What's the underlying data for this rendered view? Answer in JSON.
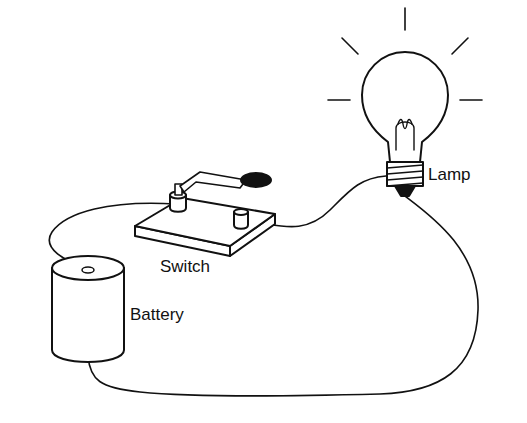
{
  "diagram": {
    "labels": [
      "Lamp",
      "Switch",
      "Battery"
    ]
  }
}
